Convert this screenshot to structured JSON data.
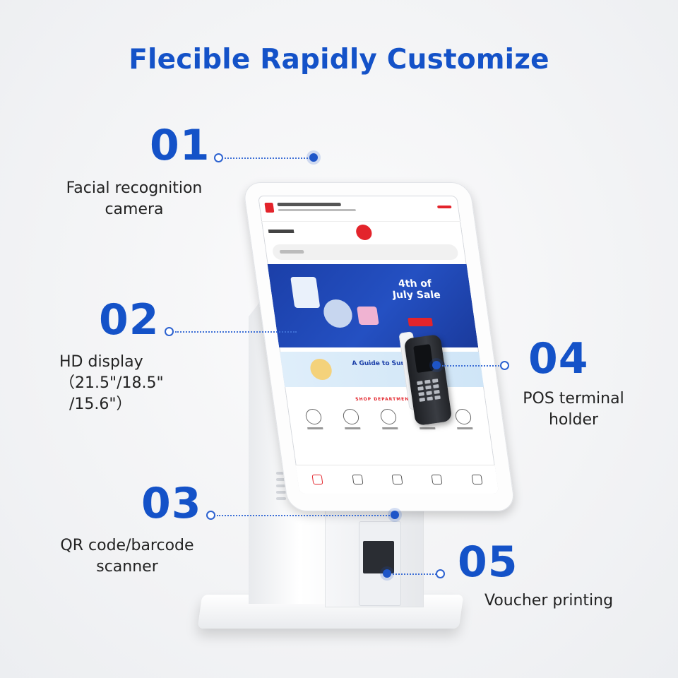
{
  "title": "Flecible Rapidly Customize",
  "features": [
    {
      "number": "01",
      "label_lines": [
        "Facial recognition",
        "camera"
      ]
    },
    {
      "number": "02",
      "label_lines": [
        "HD display",
        "（21.5\"/18.5\"",
        "/15.6\"）"
      ]
    },
    {
      "number": "03",
      "label_lines": [
        "QR code/barcode",
        "scanner"
      ]
    },
    {
      "number": "04",
      "label_lines": [
        "POS terminal",
        "holder"
      ]
    },
    {
      "number": "05",
      "label_lines": [
        "Voucher printing"
      ]
    }
  ],
  "screen": {
    "banner_text": "4th of July Sale",
    "banner2_text": "A Guide to Sun Protection",
    "section_label": "SHOP DEPARTMENTS"
  },
  "colors": {
    "accent": "#1452C8",
    "brand_red": "#E3242B",
    "text": "#222222"
  }
}
